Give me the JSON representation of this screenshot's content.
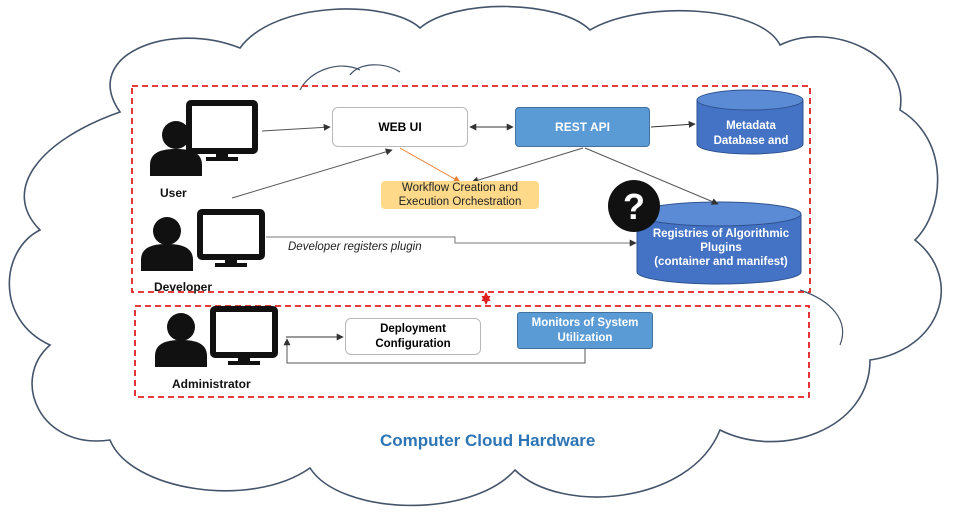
{
  "roles": {
    "user": "User",
    "developer": "Developer",
    "administrator": "Administrator"
  },
  "components": {
    "web_ui": "WEB UI",
    "rest_api": "REST API",
    "workflow": [
      "Workflow Creation and",
      "Execution Orchestration"
    ],
    "metadata_db": [
      "Metadata",
      "Database and"
    ],
    "registries": [
      "Registries of Algorithmic",
      "Plugins",
      "(container and manifest)"
    ],
    "deployment": [
      "Deployment",
      "Configuration"
    ],
    "monitors": [
      "Monitors of System",
      "Utilization"
    ]
  },
  "annotations": {
    "developer_note": "Developer registers plugin",
    "unknown_marker": "?"
  },
  "cloud_label": "Computer Cloud Hardware",
  "colors": {
    "accent_blue": "#5b9bd5",
    "db_blue": "#4472c4",
    "dashed_red": "#e02020",
    "workflow_fill": "#ffd98a",
    "title_blue": "#2e75b6",
    "arrow_orange": "#ed7d31"
  }
}
